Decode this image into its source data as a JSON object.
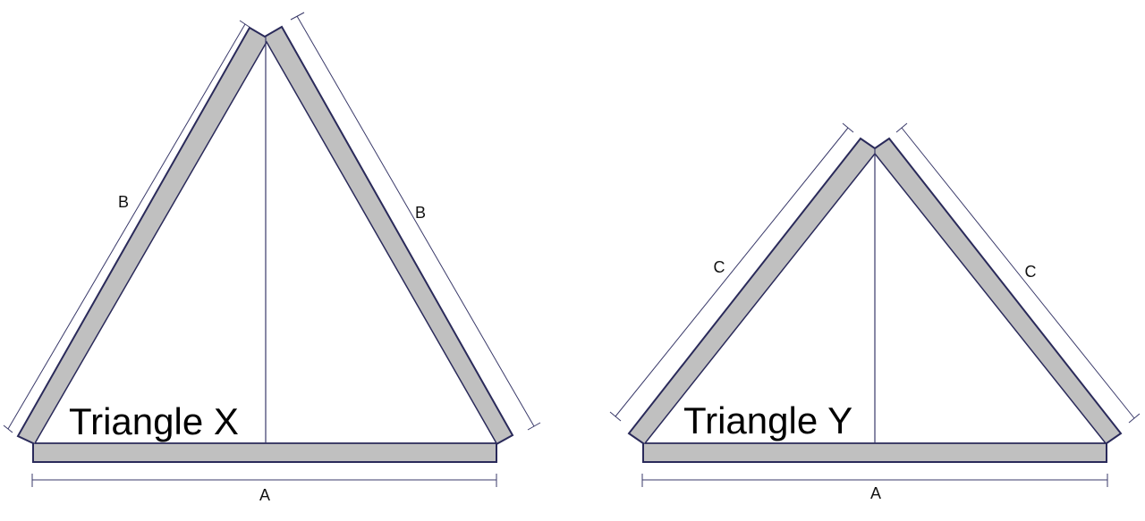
{
  "triangle_x": {
    "title": "Triangle X",
    "left_label": "B",
    "right_label": "B",
    "base_label": "A"
  },
  "triangle_y": {
    "title": "Triangle Y",
    "left_label": "C",
    "right_label": "C",
    "base_label": "A"
  },
  "colors": {
    "frame_fill": "#c0c0c0",
    "outline": "#2a2a5a",
    "background": "#ffffff"
  }
}
